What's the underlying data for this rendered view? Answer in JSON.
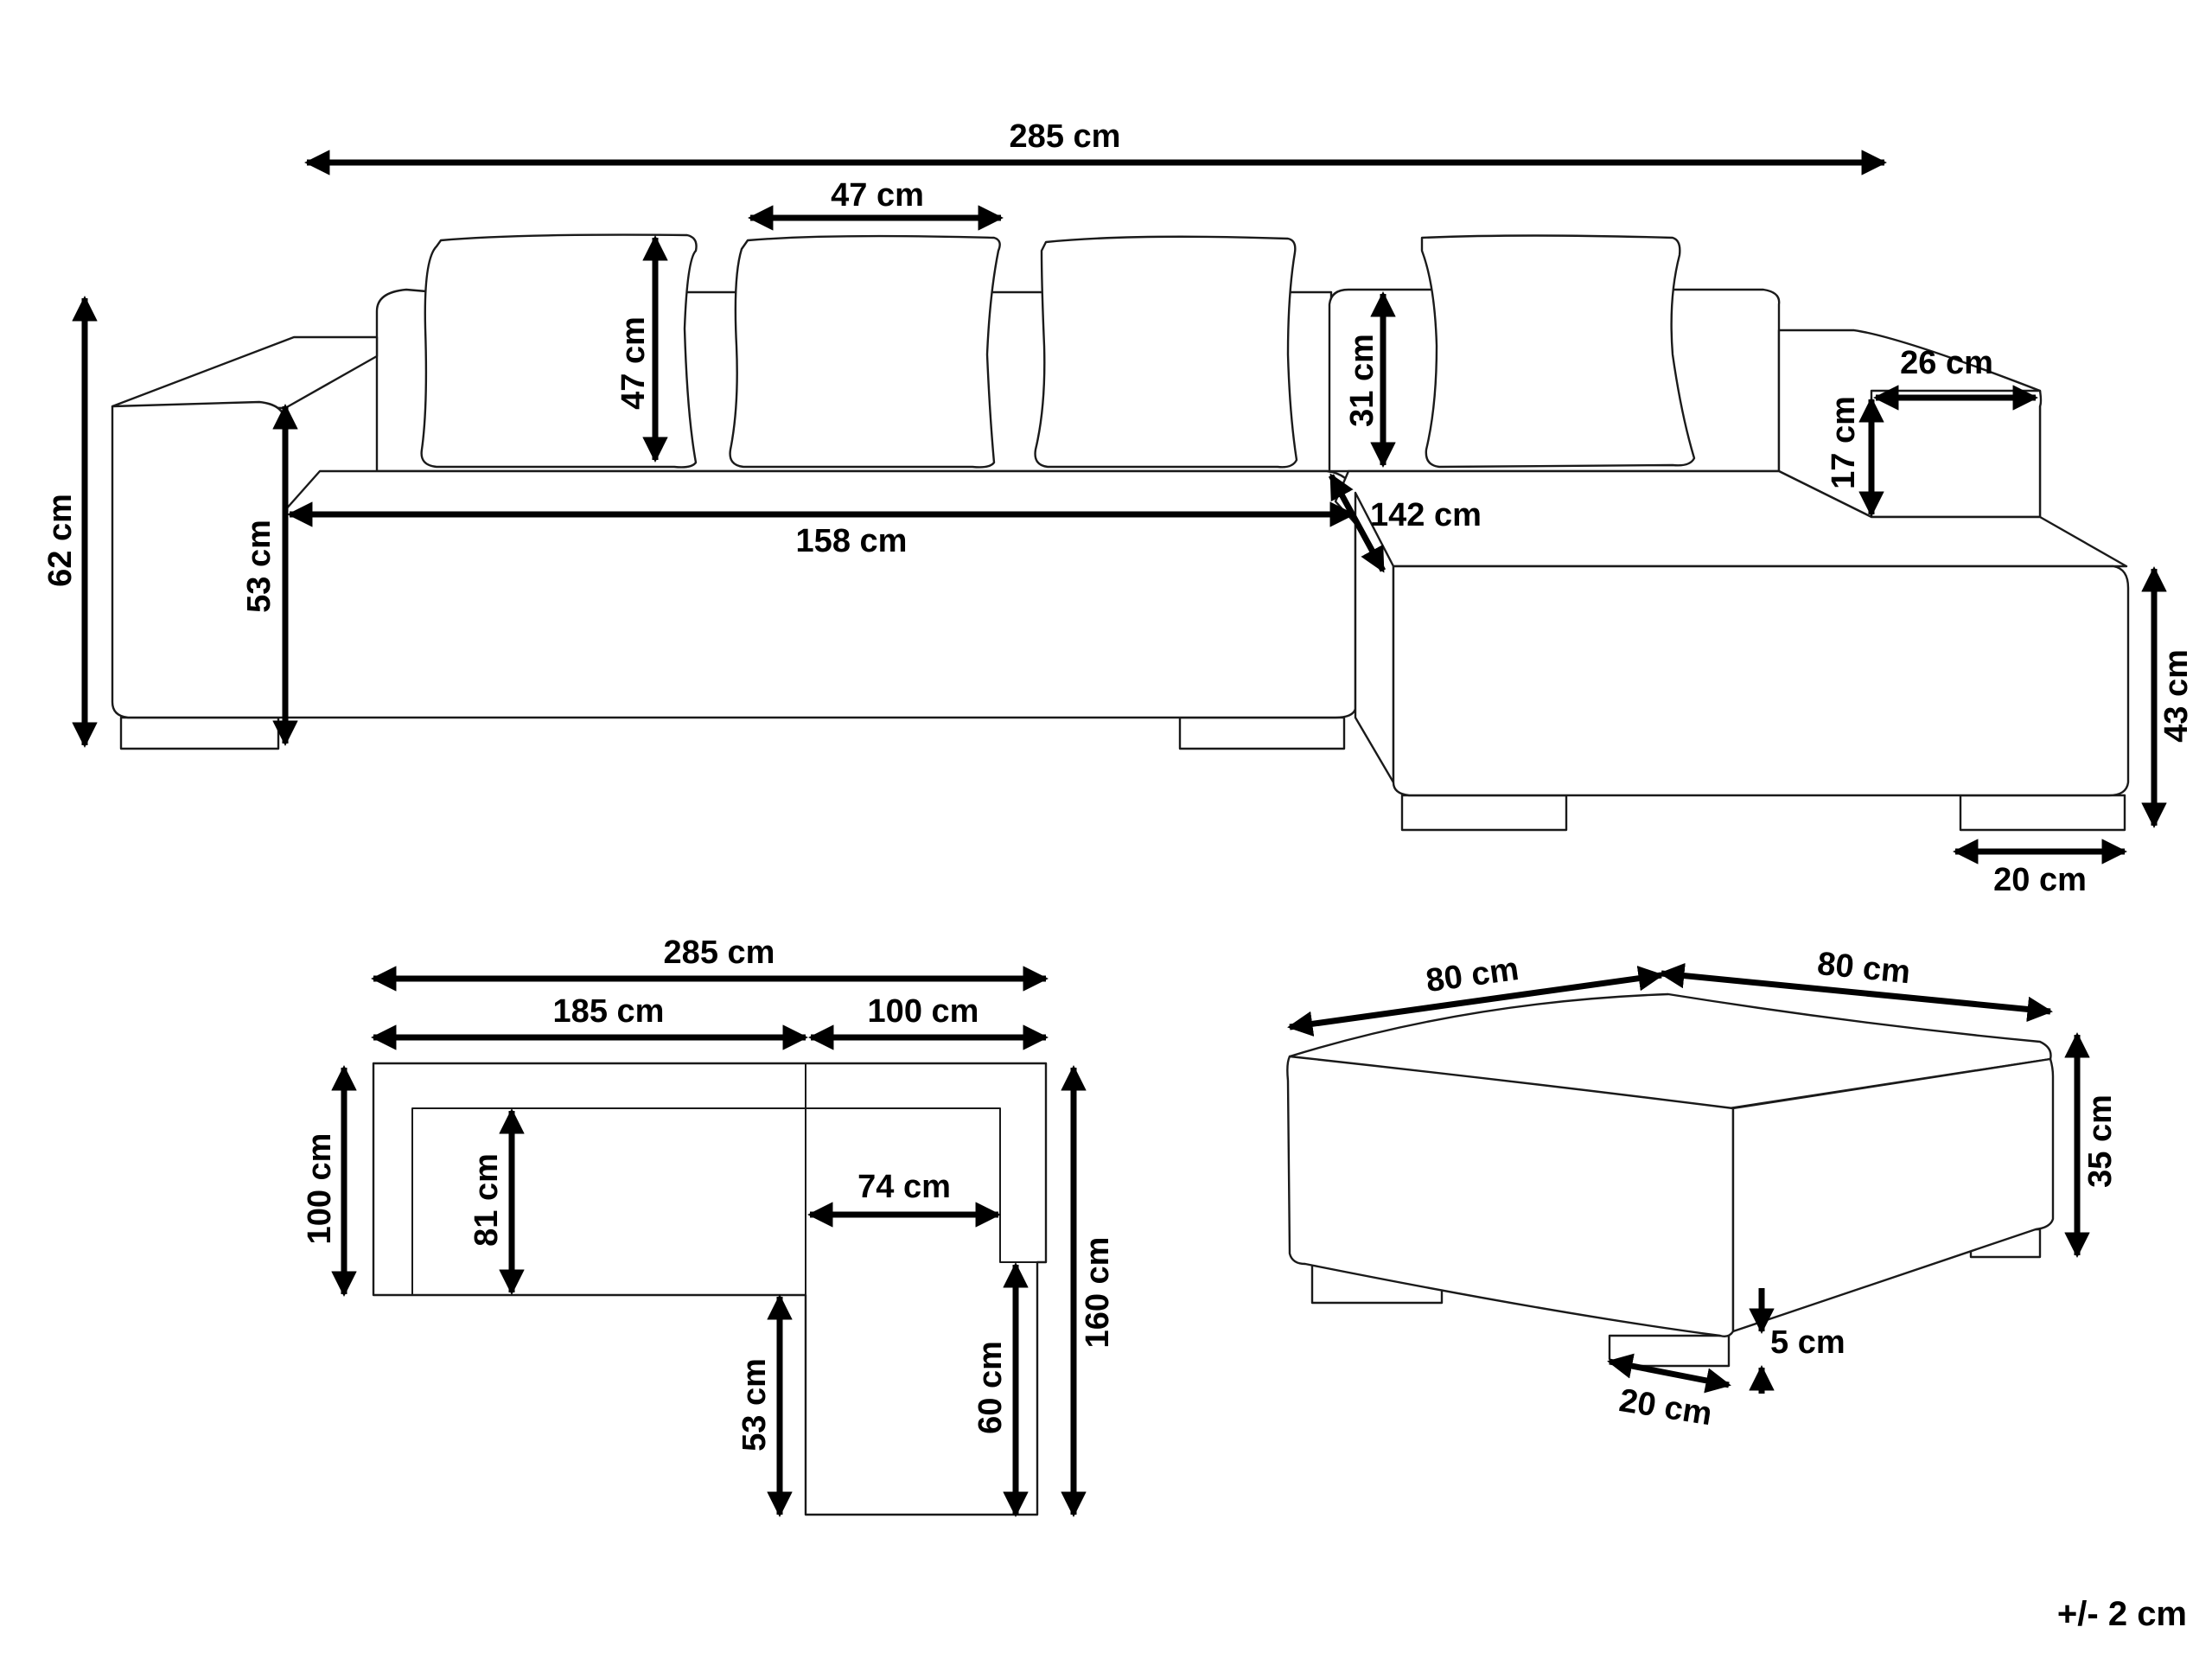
{
  "front_view": {
    "overall_width": "285 cm",
    "cushion_width": "47 cm",
    "cushion_height": "47 cm",
    "total_height": "62 cm",
    "seat_height": "53 cm",
    "seat_width": "158 cm",
    "chaise_depth": "142 cm",
    "back_cushion_height": "31 cm",
    "armrest_width": "26 cm",
    "armrest_height": "17 cm",
    "chaise_height": "43 cm",
    "leg_width": "20 cm"
  },
  "top_view": {
    "overall_width": "285 cm",
    "main_section": "185 cm",
    "chaise_section": "100 cm",
    "depth": "100 cm",
    "seat_depth": "81 cm",
    "chaise_seat_width": "74 cm",
    "chaise_length": "160 cm",
    "chaise_inner": "53 cm",
    "chaise_seat_length": "60 cm"
  },
  "ottoman": {
    "width_left": "80 cm",
    "width_right": "80 cm",
    "height": "35 cm",
    "leg_height": "5 cm",
    "leg_width": "20 cm"
  },
  "tolerance": "+/- 2 cm"
}
